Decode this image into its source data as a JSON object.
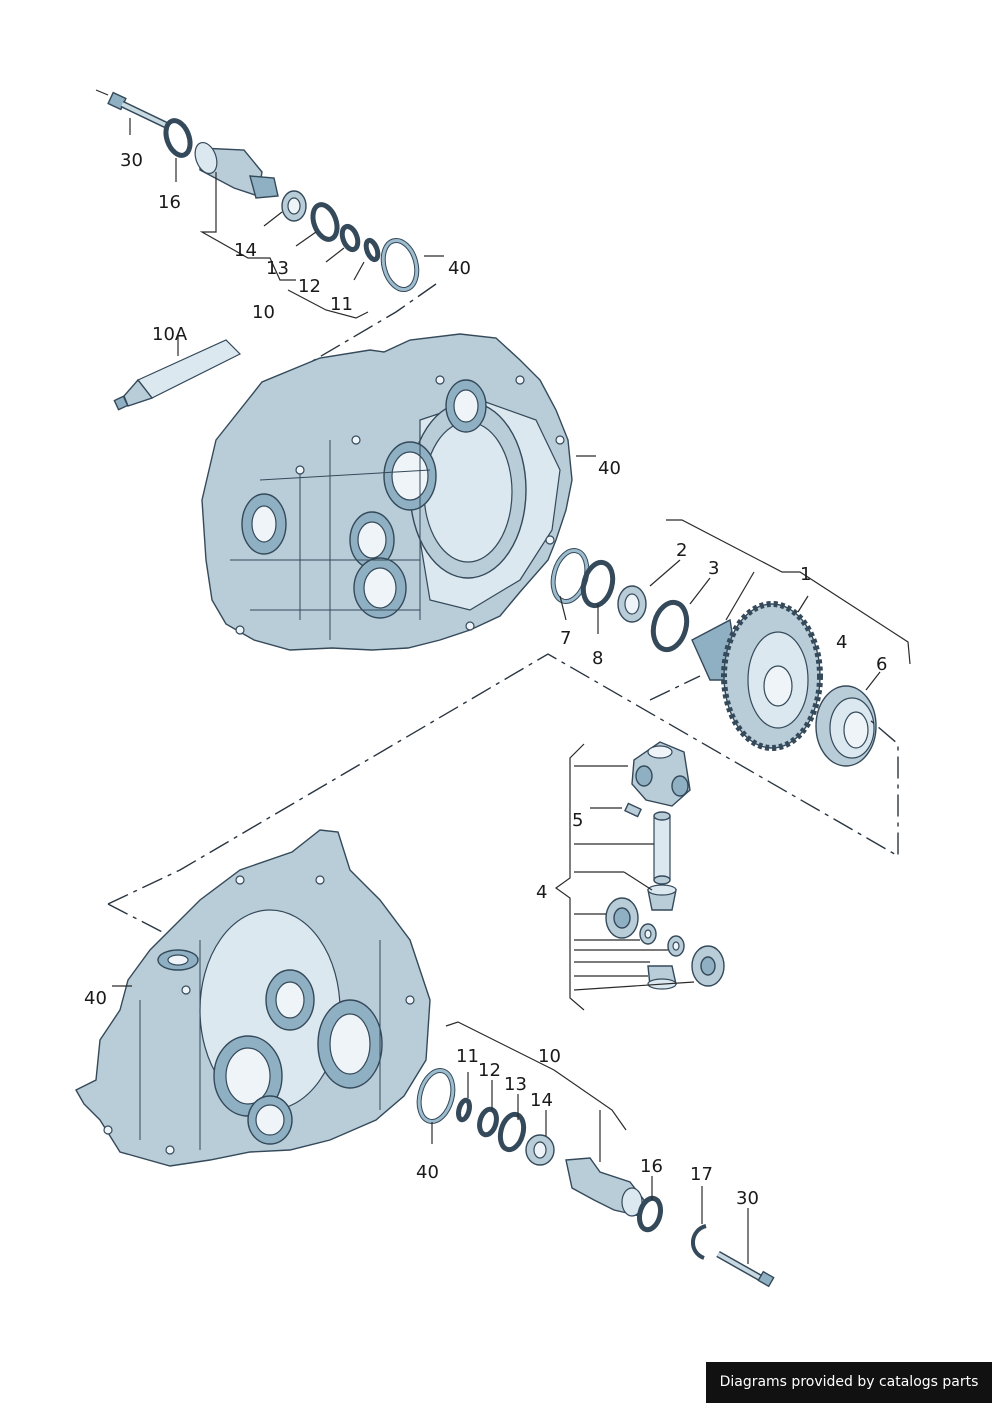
{
  "labels": {
    "top_30": "30",
    "top_16": "16",
    "top_14": "14",
    "top_13": "13",
    "top_12": "12",
    "top_11": "11",
    "top_10": "10",
    "top_40": "40",
    "tube_10A": "10A",
    "housing_40": "40",
    "diff_1": "1",
    "diff_2": "2",
    "diff_3": "3",
    "diff_4": "4",
    "diff_6": "6",
    "diff_7": "7",
    "diff_8": "8",
    "kit_5": "5",
    "kit_4": "4",
    "lower_40_left": "40",
    "lower_11": "11",
    "lower_12": "12",
    "lower_13": "13",
    "lower_14": "14",
    "lower_10": "10",
    "lower_40": "40",
    "lower_16": "16",
    "lower_17": "17",
    "lower_30": "30"
  },
  "footer": {
    "text": "Diagrams provided by catalogs parts"
  },
  "colors": {
    "part": "#b9cdd8",
    "outline": "#34495a",
    "footer_bg": "#111111"
  }
}
